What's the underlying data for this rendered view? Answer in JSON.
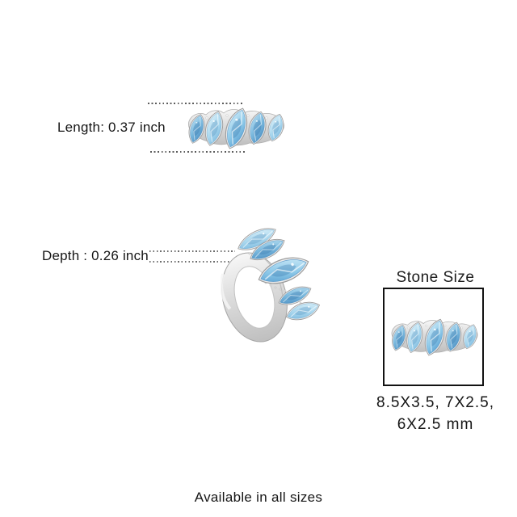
{
  "annotations": {
    "length": "Length: 0.37 inch",
    "depth": "Depth : 0.26 inch"
  },
  "stone_size": {
    "title": "Stone Size",
    "dimensions": "8.5X3.5, 7X2.5, 6X2.5 mm"
  },
  "footer": "Available in all sizes",
  "images": {
    "top_view": "ring-top-view",
    "perspective_view": "ring-perspective-view",
    "stone_detail_view": "ring-stone-detail"
  },
  "colors": {
    "stone_light": "#dff2fa",
    "stone_mid": "#7ab9de",
    "stone_deep": "#4f97cc",
    "metal_light": "#f7f7f7",
    "metal_shadow": "#bfbfbf",
    "text": "#161616",
    "box_border": "#121212",
    "measure_line": "#5c5c5c"
  }
}
